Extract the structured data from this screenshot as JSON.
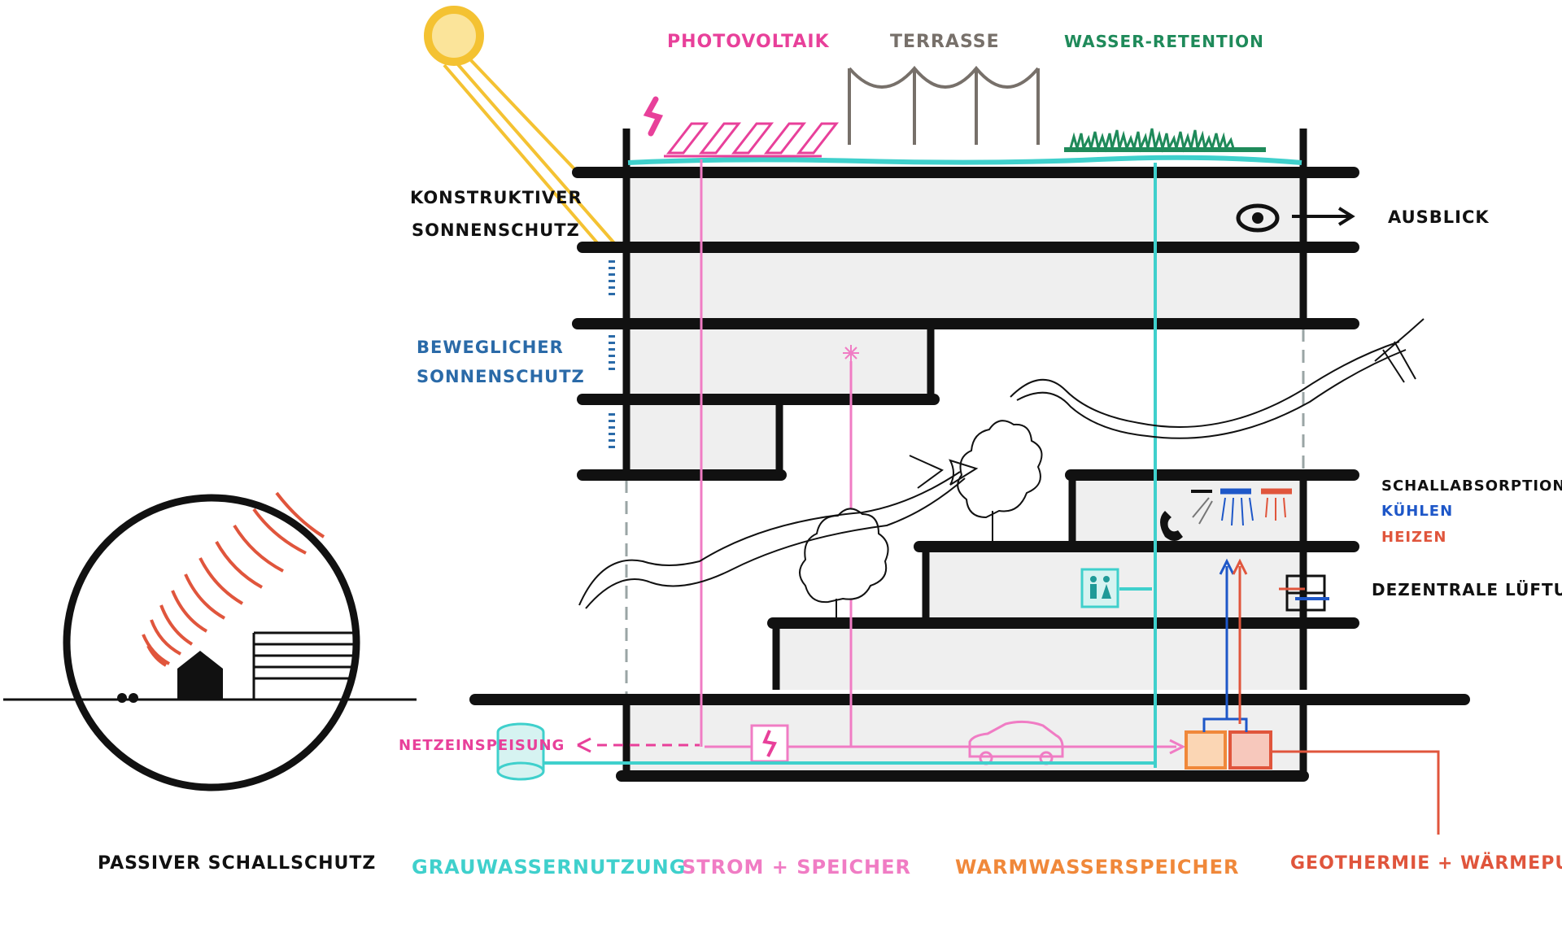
{
  "labels": {
    "photovoltaik": "PHOTOVOLTAIK",
    "terrasse": "TERRASSE",
    "wasser_retention": "WASSER-RETENTION",
    "konstruktiver_1": "KONSTRUKTIVER",
    "konstruktiver_2": "SONNENSCHUTZ",
    "beweglicher_1": "BEWEGLICHER",
    "beweglicher_2": "SONNENSCHUTZ",
    "ausblick": "AUSBLICK",
    "schallabsorption": "SCHALLABSORPTION",
    "kuehlen": "KÜHLEN",
    "heizen": "HEIZEN",
    "dezentrale_lueftung": "DEZENTRALE LÜFTUNG",
    "netzeinspeisung": "NETZEINSPEISUNG",
    "passiver_schallschutz": "PASSIVER SCHALLSCHUTZ",
    "grauwassernutzung": "GRAUWASSERNUTZUNG",
    "strom_speicher": "STROM + SPEICHER",
    "warmwasserspeicher": "WARMWASSERSPEICHER",
    "geothermie": "GEOTHERMIE + WÄRMEPUMPE"
  },
  "colors": {
    "ink": "#111111",
    "magenta": "#e8409a",
    "pink": "#f07cc4",
    "gray": "#77706a",
    "green": "#1f8a5a",
    "blue": "#2a6aa8",
    "coolblue": "#1e57c8",
    "red": "#e0553c",
    "teal": "#3fd0cc",
    "orange": "#f0883a",
    "sun": "#f4c232",
    "floorfill": "#efefef"
  },
  "icons": [
    "sun-icon",
    "lightning-icon",
    "eye-icon",
    "arrow-right-icon",
    "snowflake-icon",
    "tree-icon",
    "toilet-icon",
    "car-icon",
    "tank-icon",
    "phone-icon",
    "house-icon"
  ]
}
